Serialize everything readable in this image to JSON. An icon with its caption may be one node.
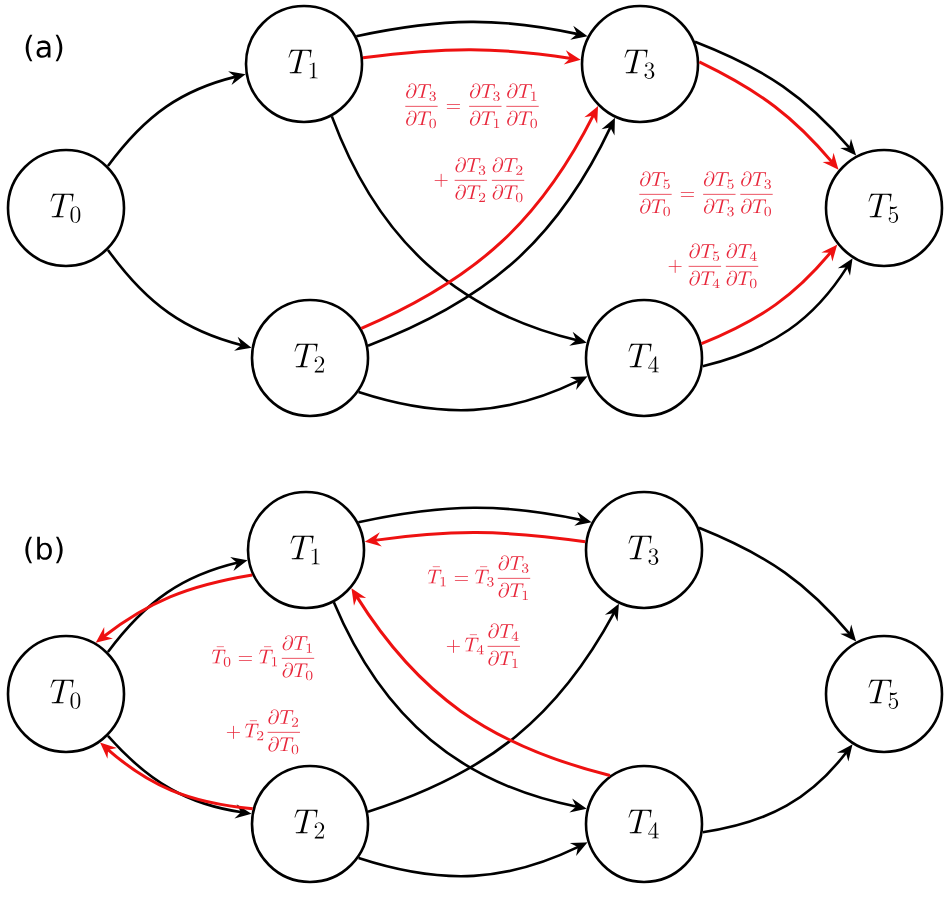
{
  "diagram": {
    "nodes": [
      {
        "text": [
          "T_0"
        ]
      },
      {
        "text": [
          "T_1"
        ]
      },
      {
        "text": [
          "T_2"
        ]
      },
      {
        "text": [
          "T_3"
        ]
      },
      {
        "text": [
          "T_4"
        ]
      },
      {
        "text": [
          "T_5"
        ]
      },
      {
        "text": [
          "T_0"
        ]
      },
      {
        "text": [
          "T_1"
        ]
      },
      {
        "text": [
          "T_2"
        ]
      },
      {
        "text": [
          "T_3"
        ]
      },
      {
        "text": [
          "T_4"
        ]
      },
      {
        "text": [
          "T_5"
        ]
      }
    ],
    "edges": [
      {
        "from": 0,
        "to": 1,
        "arrow": "to"
      },
      {
        "from": 0,
        "to": 2,
        "arrow": "to"
      },
      {
        "from": 1,
        "to": 3,
        "arrow": "to"
      },
      {
        "from": 1,
        "to": 4,
        "arrow": "to"
      },
      {
        "from": 2,
        "to": 3,
        "arrow": "to"
      },
      {
        "from": 2,
        "to": 4,
        "arrow": "to"
      },
      {
        "from": 3,
        "to": 5,
        "arrow": "to"
      },
      {
        "from": 4,
        "to": 5,
        "arrow": "to"
      },
      {
        "from": 1,
        "to": 3,
        "arrow": "to",
        "color": "#ee1111"
      },
      {
        "from": 2,
        "to": 3,
        "arrow": "to",
        "color": "#ee1111"
      },
      {
        "from": 3,
        "to": 5,
        "arrow": "to",
        "color": "#ee1111"
      },
      {
        "from": 4,
        "to": 5,
        "arrow": "to",
        "color": "#ee1111"
      },
      {
        "from": 6,
        "to": 7,
        "arrow": "to"
      },
      {
        "from": 6,
        "to": 8,
        "arrow": "to"
      },
      {
        "from": 7,
        "to": 9,
        "arrow": "to"
      },
      {
        "from": 7,
        "to": 10,
        "arrow": "to"
      },
      {
        "from": 8,
        "to": 9,
        "arrow": "to"
      },
      {
        "from": 8,
        "to": 10,
        "arrow": "to"
      },
      {
        "from": 9,
        "to": 11,
        "arrow": "to"
      },
      {
        "from": 10,
        "to": 11,
        "arrow": "to"
      },
      {
        "from": 9,
        "to": 7,
        "arrow": "to",
        "color": "#ee1111"
      },
      {
        "from": 7,
        "to": 6,
        "arrow": "to",
        "color": "#ee1111"
      },
      {
        "from": 8,
        "to": 6,
        "arrow": "to",
        "color": "#ee1111"
      },
      {
        "from": 10,
        "to": 7,
        "arrow": "to",
        "color": "#ee1111"
      }
    ],
    "labels": [
      "(a)",
      "\\frac{\\partial T_3}{\\partial T_0} = \\frac{\\partial T_3}{\\partial T_1}\\frac{\\partial T_1}{\\partial T_0}",
      "+\\,\\frac{\\partial T_3}{\\partial T_2}\\frac{\\partial T_2}{\\partial T_0}",
      "\\frac{\\partial T_5}{\\partial T_0} = \\frac{\\partial T_5}{\\partial T_3}\\frac{\\partial T_3}{\\partial T_0}",
      "+\\,\\frac{\\partial T_5}{\\partial T_4}\\frac{\\partial T_4}{\\partial T_0}",
      "(b)",
      "\\bar{T}_1 = \\bar{T}_3\\frac{\\partial T_3}{\\partial T_1}",
      "+\\,\\bar{T}_4\\frac{\\partial T_4}{\\partial T_1}",
      "\\bar{T}_0 = \\bar{T}_1\\frac{\\partial T_1}{\\partial T_0}",
      "+\\,\\bar{T}_2\\frac{\\partial T_2}{\\partial T_0}"
    ]
  }
}
